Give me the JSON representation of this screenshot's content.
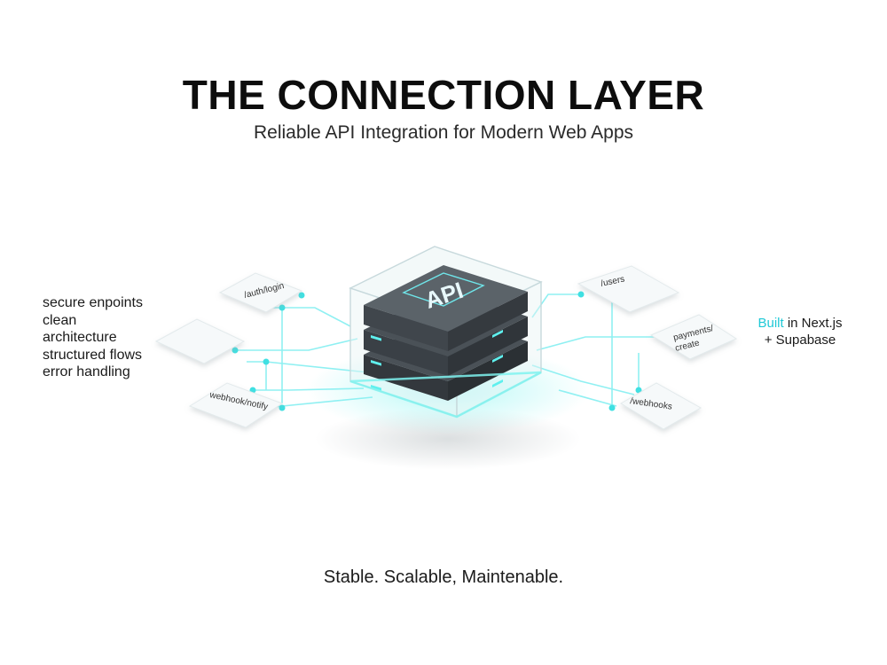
{
  "header": {
    "title": "THE CONNECTION LAYER",
    "subtitle": "Reliable API Integration for Modern Web Apps"
  },
  "features": [
    "secure enpoints",
    "clean",
    "architecture",
    "structured flows",
    "error handling"
  ],
  "hub": {
    "label": "API"
  },
  "endpoints": {
    "auth_login": "/auth/login",
    "blank": "",
    "webhook_notify": "webhook/notify",
    "users": "/users",
    "payments_create_line1": "payments/",
    "payments_create_line2": "create",
    "webhooks": "/webhooks"
  },
  "stack_note": {
    "accent": "Built",
    "rest_line1": " in Next.js",
    "line2": "+ Supabase"
  },
  "tagline": "Stable. Scalable, Maintenable.",
  "colors": {
    "accent": "#1fc9d6",
    "line": "#8ff0f2",
    "server_dark": "#3d4348",
    "server_top": "#5b6369"
  }
}
